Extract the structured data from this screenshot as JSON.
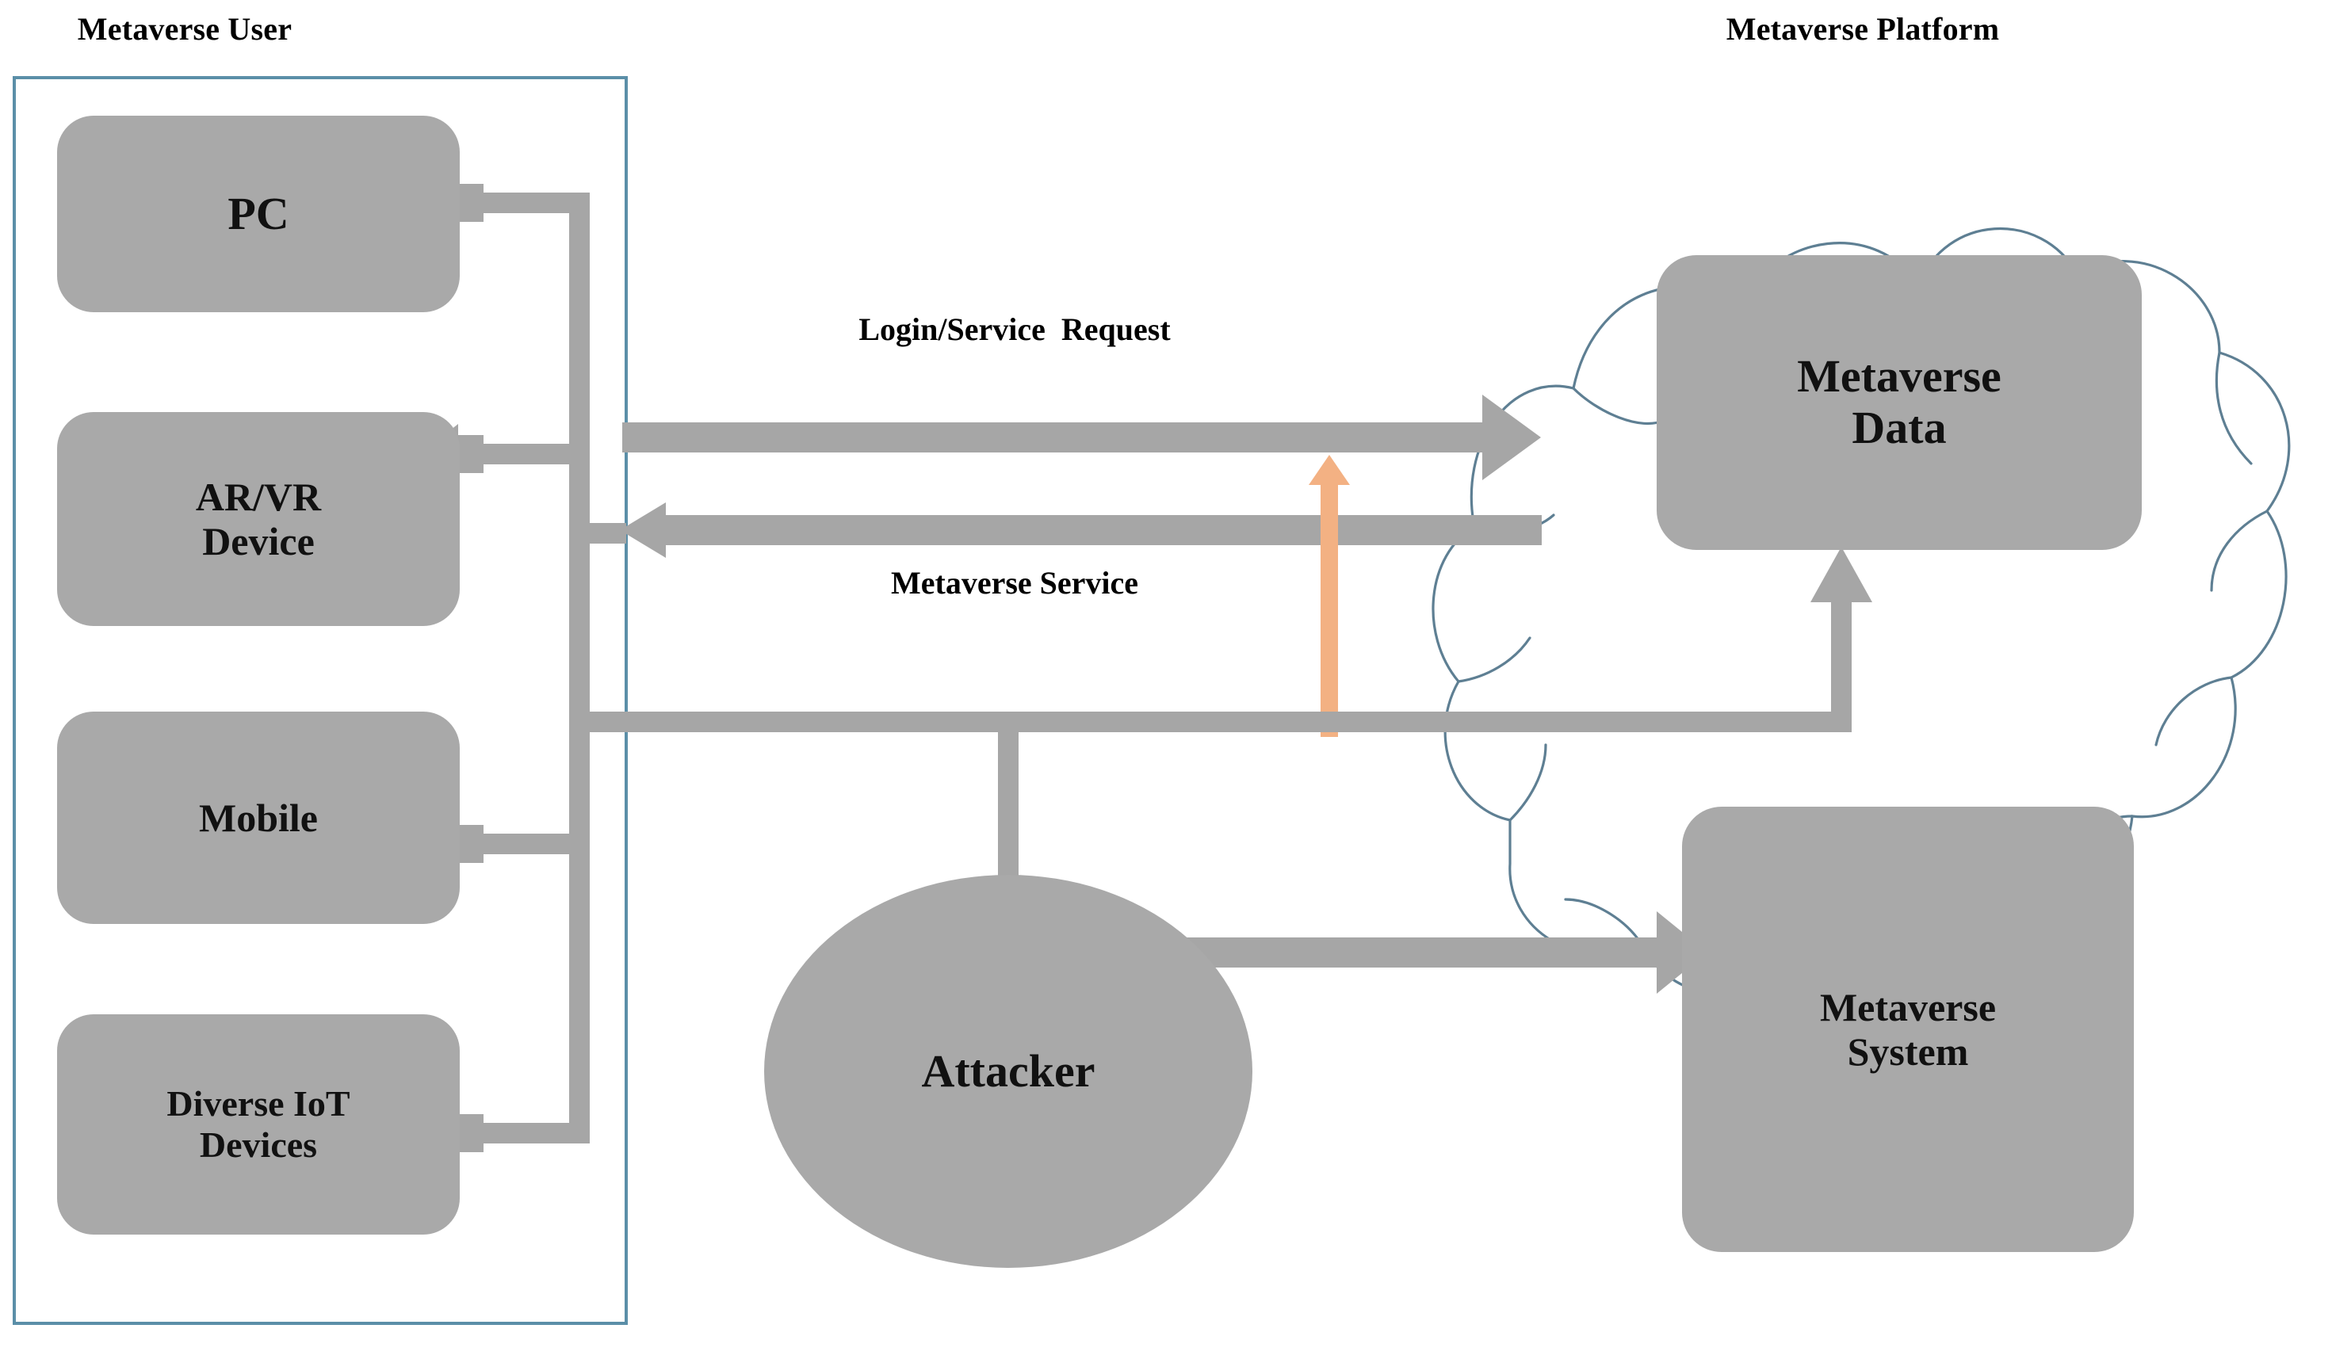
{
  "diagram": {
    "title_user_group": "Metaverse User",
    "title_platform_group": "Metaverse Platform",
    "colors": {
      "node_fill": "#a9a9a9",
      "arrow_gray": "#a6a6a6",
      "frame_border": "#5b8fa8",
      "cloud_stroke": "#5e7f93",
      "attack_arrow": "#f3b183",
      "text": "#000000"
    },
    "user_devices": [
      {
        "id": "pc",
        "label": "PC"
      },
      {
        "id": "arvr",
        "label": "AR/VR\nDevice"
      },
      {
        "id": "mobile",
        "label": "Mobile"
      },
      {
        "id": "iot",
        "label": "Diverse IoT\nDevices"
      }
    ],
    "platform_nodes": [
      {
        "id": "metaverse-data",
        "label": "Metaverse\nData"
      },
      {
        "id": "metaverse-system",
        "label": "Metaverse\nSystem"
      }
    ],
    "actors": [
      {
        "id": "attacker",
        "label": "Attacker"
      }
    ],
    "edge_labels": [
      {
        "id": "login-service-request",
        "label": "Login/Service  Request"
      },
      {
        "id": "metaverse-service",
        "label": "Metaverse Service"
      }
    ],
    "flows": [
      {
        "id": "request-flow",
        "from": "user-devices",
        "to": "metaverse-data",
        "direction": "right",
        "style": "gray-block-arrow"
      },
      {
        "id": "service-flow",
        "from": "metaverse-data",
        "to": "user-devices",
        "direction": "left",
        "style": "gray-block-arrow"
      },
      {
        "id": "attacker-injection",
        "from": "attacker",
        "to": "request-flow",
        "direction": "up",
        "style": "orange-arrow"
      },
      {
        "id": "attacker-to-data",
        "from": "attacker",
        "to": "metaverse-data",
        "direction": "up-right",
        "style": "gray-elbow-arrow"
      },
      {
        "id": "attacker-to-system",
        "from": "attacker",
        "to": "metaverse-system",
        "direction": "right",
        "style": "gray-block-arrow"
      }
    ]
  }
}
